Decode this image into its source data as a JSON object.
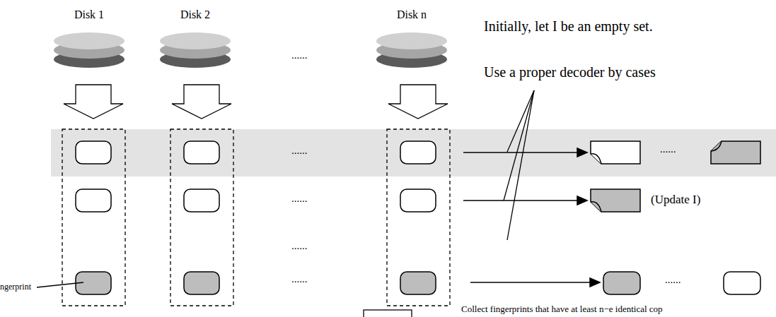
{
  "diagram": {
    "nodes": [
      {
        "text": [
          "Disk 1"
        ]
      },
      {
        "text": [
          "Disk 2"
        ]
      },
      {
        "text": [
          "Disk n"
        ]
      }
    ],
    "labels": [
      "Initially, let I be an empty set.",
      "......",
      "Use a proper decoder by cases",
      "......",
      "......",
      "......",
      "(Update I)",
      "......",
      "......",
      "......",
      "ngerprint",
      "Collect fingerprints that have at least n−e identical cop"
    ]
  }
}
